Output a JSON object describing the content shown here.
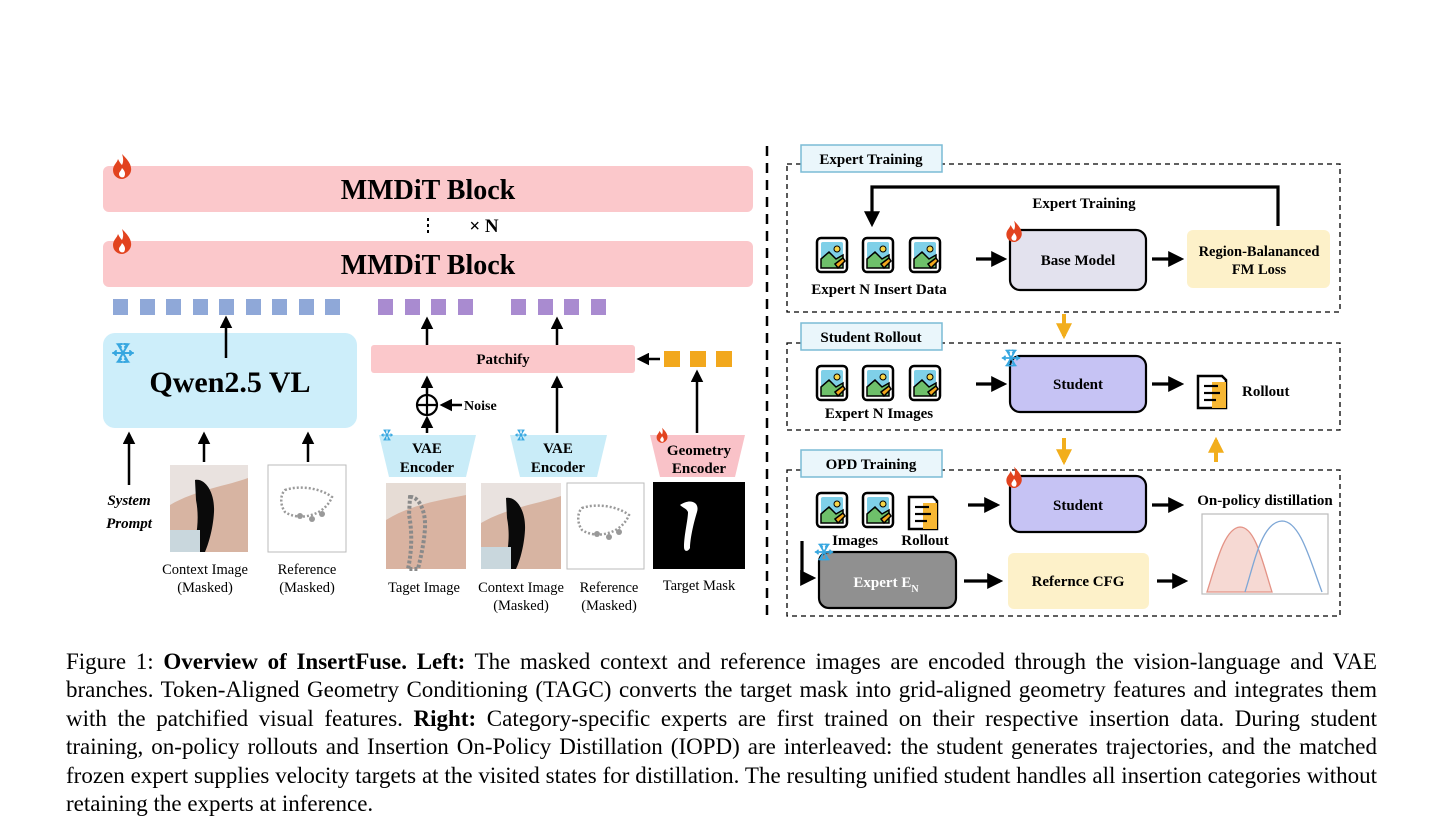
{
  "left": {
    "mmdit_top": "MMDiT Block",
    "mmdit_bottom": "MMDiT Block",
    "repeat": "× N",
    "qwen": "Qwen2.5 VL",
    "patchify": "Patchify",
    "noise": "Noise",
    "vae1": [
      "VAE",
      "Encoder"
    ],
    "vae2": [
      "VAE",
      "Encoder"
    ],
    "geom": [
      "Geometry",
      "Encoder"
    ],
    "system_prompt": [
      "System",
      "Prompt"
    ],
    "ctx_label": [
      "Context Image",
      "(Masked)"
    ],
    "ref_label": [
      "Reference",
      "(Masked)"
    ],
    "target_label": "Taget Image",
    "ctx2_label": [
      "Context  Image",
      "(Masked)"
    ],
    "ref2_label": [
      "Reference",
      "(Masked)"
    ],
    "mask_label": "Target Mask"
  },
  "right": {
    "expert_training_tab": "Expert Training",
    "expert_training_arrow": "Expert Training",
    "expert_data": "Expert N Insert Data",
    "base_model": "Base Model",
    "loss": [
      "Region-Balananced",
      "FM Loss"
    ],
    "student_rollout_tab": "Student Rollout",
    "expert_images": "Expert N Images",
    "student1": "Student",
    "rollout": "Rollout",
    "opd_tab": "OPD Training",
    "images": "Images",
    "rollout2": "Rollout",
    "student2": "Student",
    "opd_label": "On-policy distillation",
    "expert": "Expert E",
    "expert_sub": "N",
    "cfg": "Refernce CFG"
  },
  "colors": {
    "mmdit": "#fbc8cb",
    "qwen": "#cdeefa",
    "vae": "#c9ecf8",
    "geom": "#f9c2c8",
    "blue_token": "#8fa8d8",
    "purple_token": "#a98bd0",
    "orange_token": "#f2a81d",
    "student": "#c6c3f4",
    "base": "#e3e2ee",
    "loss": "#fdf1c9",
    "expert": "#909090",
    "arrow_orange": "#f2ae1c"
  },
  "caption": {
    "prefix": "Figure 1: ",
    "title": "Overview of InsertFuse.",
    "left_label": "Left:",
    "left_text": "The masked context and reference images are encoded through the vision-language and VAE branches. Token-Aligned Geometry Conditioning (TAGC) converts the target mask into grid-aligned geometry features and integrates them with the patchified visual features.",
    "right_label": "Right:",
    "right_text": "Category-specific experts are first trained on their respective insertion data. During student training, on-policy rollouts and Insertion On-Policy Distillation (IOPD) are interleaved: the student generates trajectories, and the matched frozen expert supplies velocity targets at the visited states for distillation. The resulting unified student handles all insertion categories without retaining the experts at inference."
  }
}
